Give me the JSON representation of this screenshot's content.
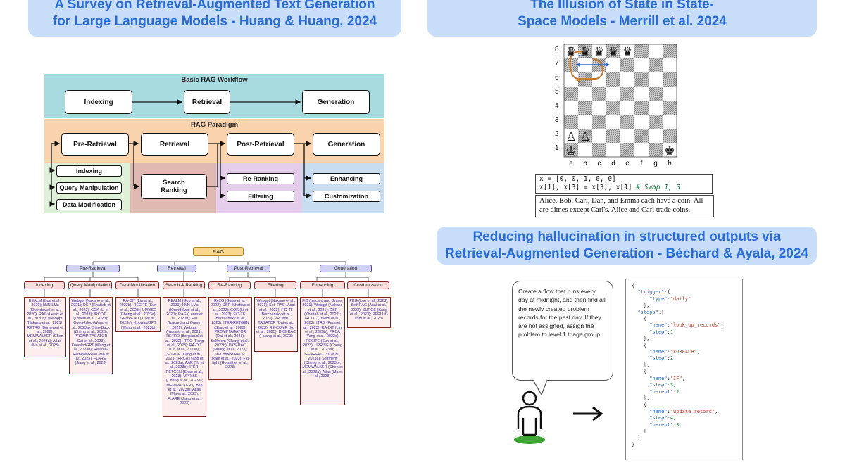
{
  "titles": {
    "rag_survey": "A Survey on Retrieval-Augmented Text Generation for Large Language Models - Huang & Huang, 2024",
    "illusion": "The Illusion of State in State-Space Models - Merrill et al. 2024",
    "hallucination": "Reducing hallucination in structured outputs via Retrieval-Augmented Generation - Béchard & Ayala, 2024"
  },
  "workflow": {
    "basic_label": "Basic RAG Workflow",
    "basic_steps": [
      "Indexing",
      "Retrieval",
      "Generation"
    ],
    "paradigm_label": "RAG Paradigm",
    "paradigm_steps": [
      "Pre-Retrieval",
      "Retrieval",
      "Post-Retrieval",
      "Generation"
    ],
    "pre_items": [
      "Indexing",
      "Query Manipulation",
      "Data Modification"
    ],
    "retrieval_item": "Search Ranking",
    "post_items": [
      "Re-Ranking",
      "Filtering"
    ],
    "gen_items": [
      "Enhancing",
      "Customization"
    ],
    "colors": {
      "basic": "#a8dbe0",
      "paradigm": "#f8d3ae",
      "pre": "#dff0d8",
      "retrieval": "#e1b9b3",
      "post": "#e3cdea",
      "gen": "#c8ddf0"
    }
  },
  "taxonomy": {
    "root": "RAG",
    "stages": [
      "Pre-Retrieval",
      "Retrieval",
      "Post-Retrieval",
      "Generation"
    ],
    "subs": [
      "Indexing",
      "Query Manipulation",
      "Data Modification",
      "Search & Ranking",
      "Re-Ranking",
      "Filtering",
      "Enhancing",
      "Customization"
    ],
    "leaves": [
      "REALM (Guu et al., 2020); kNN-LMs (Khandelwal et al., 2020); RAG (Lewis et al., 2020b); We-bgpt (Nakano et al., 2021); RETRO (Borgeaud et al., 2022); MEMWALKER (Chen et al., 2023a); Atlas (Ma et al., 2023)",
      "Webgpt (Nakano et al., 2021); DSP (Khattab et al., 2022); COK (Li et al., 2023); IRCOT (Trivedi et al., 2023); Query2doc (Wang et al., 2023a); Step-Back (Zheng et al., 2023); PROMP-TAGATOR (Dai et al., 2023); KnowledGPT (Wang et al., 2023b); Rewrite-Retrieve-Read (Ma et al., 2023); FLARE (Jiang et al., 2023)",
      "RA-DIT (Lin et al., 2023b); RECITE (Sun et al., 2023); UPRISE (Cheng et al., 2023a); GENREAD (Yu et al., 2023a); KnowledGPT (Wang et al., 2023b)",
      "REALM (Guu et al., 2020); kNN-LMs (Khandelwal et al., 2020); RAG (Lewis et al., 2020b); FiD (Izacard and Grave, 2021); Webgpt (Nakano et al., 2021); RETRO (Borgeaud et al., 2022); ITRG (Feng et al., 2023); RA-DIT (Lin et al., 2023b); SURGE (Kang et al., 2023); PRCA (Yang et al., 2023a); AAR (Yu et al., 2023b); ITER-RETGEN (Shao et al., 2023); UPRISE (Cheng et al., 2023a); MEMWALKER (Chen et al., 2023a); Atlas (Ma et al., 2023); FLARE (Jiang et al., 2023)",
      "Re2G (Glass et al., 2022); DSP (Khattab et al., 2022); COK (Li et al., 2023); FiD-TF (Berchansky et al., 2023); ITER-RETGEN (Shao et al., 2023); PROMPTAGATOR (Dai et al., 2023); Selfmem (Cheng et al., 2023b); DKS-RAC (Huang et al., 2023); In-Context RALM (Ram et al., 2023); Fid-light (Hofstätter et al., 2023)",
      "Webgpt (Nakano et al., 2021); Self-RAG (Asai et al., 2023); FiD-TF (Berchansky et al., 2023); PROMP-TAGATOR (Dai et al., 2023); RE-COMP (Xu et al., 2023); DKS-RAC (Huang et al., 2023)",
      "FiD (Izacard and Grave, 2021); Webgpt (Nakano et al., 2021); DSP (Khattab et al., 2022); IRCOT (Trivedi et al., 2023); ITRG (Feng et al., 2023); RA-DIT (Lin et al., 2023b); PRCA (Yang et al., 2023a); RECITE (Sun et al., 2023); UPRISE (Cheng et al., 2023a); GENREAD (Yu et al., 2023a); Selfmem (Cheng et al., 2023b); MEMWALKER (Chen et al., 2023a); Atlas (Ma et al., 2023)",
      "PKG (Luo et al., 2023); Self-RAG (Asai et al., 2023); SURGE (Kang et al., 2023); REPLUG (Shi et al., 2023)"
    ]
  },
  "chess": {
    "files": [
      "a",
      "b",
      "c",
      "d",
      "e",
      "f",
      "g",
      "h"
    ],
    "ranks": [
      "8",
      "7",
      "6",
      "5",
      "4",
      "3",
      "2",
      "1"
    ],
    "code_lines": [
      "x = [0, 0, 1, 0, 0]",
      "x[1], x[3] = x[3], x[1]",
      "# Swap 1, 3"
    ],
    "story": "Alice, Bob, Carl, Dan, and Emma each have a coin. All are dimes except Carl's. Alice and Carl trade coins."
  },
  "flow": {
    "prompt": "Create a flow that runs every day at midnight, and then find all the newly created problem records for the past day. If they are not assigned, assign the problem to level 1 triage group.",
    "trigger_key": "trigger",
    "type_key": "type",
    "type_value": "daily",
    "steps_key": "steps",
    "name_key": "name",
    "step_key": "step",
    "parent_key": "parent",
    "steps": [
      {
        "name": "look_up_records",
        "step": "1",
        "parent": ""
      },
      {
        "name": "FOREACH",
        "step": "2",
        "parent": ""
      },
      {
        "name": "IF",
        "step": "3",
        "parent": "2"
      },
      {
        "name": "update_record",
        "step": "4",
        "parent": "3"
      }
    ],
    "person_color": "#3fa535"
  }
}
